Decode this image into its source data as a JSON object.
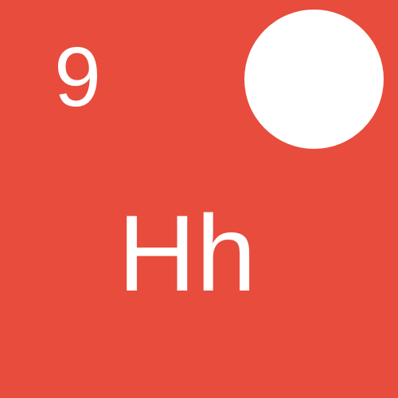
{
  "tile": {
    "number": "9",
    "symbol": "Hh",
    "colors": {
      "background": "#e84c3d",
      "foreground": "#ffffff"
    },
    "badge_icon": "white-circle"
  }
}
